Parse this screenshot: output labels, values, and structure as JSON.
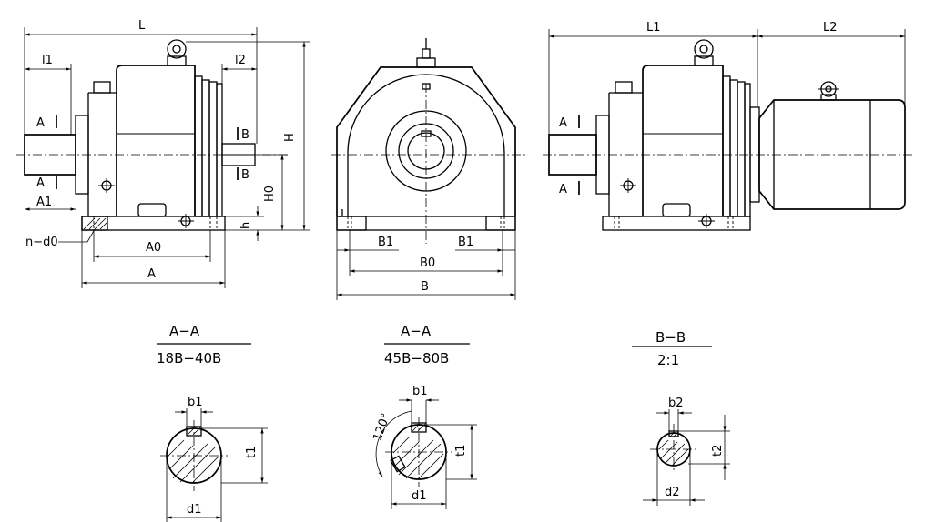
{
  "front_view": {
    "L": "L",
    "l1": "l1",
    "l2": "l2",
    "H": "H",
    "H0": "H0",
    "h": "h",
    "A": "A",
    "A0": "A0",
    "A1": "A1",
    "n_d0": "n−d0",
    "section_a": "A",
    "section_b": "B"
  },
  "side_view": {
    "B": "B",
    "B0": "B0",
    "B1": "B1"
  },
  "motor_view": {
    "L1": "L1",
    "L2": "L2",
    "section_a": "A"
  },
  "sections": [
    {
      "title": "A−A",
      "subtitle": "18B−40B",
      "b": "b1",
      "t": "t1",
      "d": "d1"
    },
    {
      "title": "A−A",
      "subtitle": "45B−80B",
      "b": "b1",
      "t": "t1",
      "d": "d1",
      "angle": "120°"
    },
    {
      "title": "B−B",
      "subtitle": "2:1",
      "b": "b2",
      "t": "t2",
      "d": "d2"
    }
  ]
}
